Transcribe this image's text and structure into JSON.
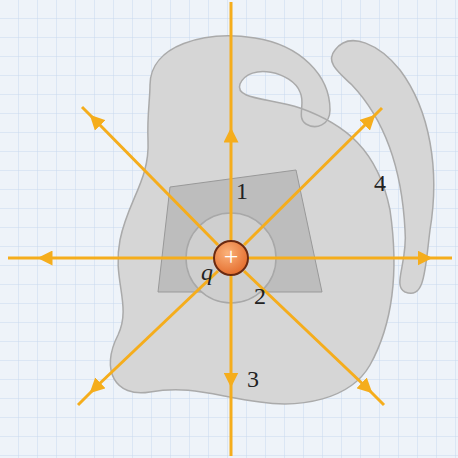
{
  "diagram": {
    "labels": [
      "1",
      "+",
      "q",
      "2",
      "3",
      "4"
    ]
  }
}
